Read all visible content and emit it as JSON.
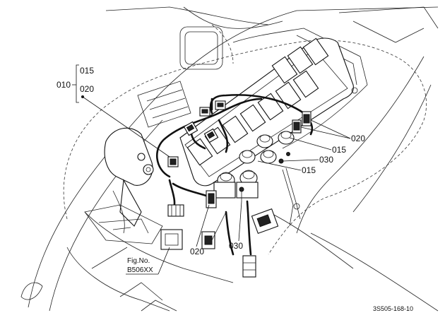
{
  "labels": {
    "assy": "010",
    "bracket_top": "015",
    "bracket_bottom": "020",
    "right_020": "020",
    "right_015_a": "015",
    "right_030": "030",
    "right_015_b": "015",
    "bottom_020": "020",
    "bottom_030": "030",
    "fig_prefix": "Fig.No.",
    "fig_number": "B506XX",
    "drawing_id": "3S505-168-10"
  }
}
